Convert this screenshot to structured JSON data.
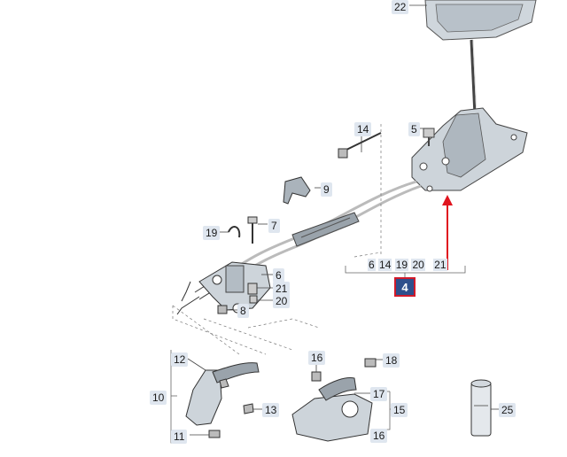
{
  "diagram": {
    "main_part": "4",
    "sub_parts": [
      "6",
      "14",
      "19",
      "20",
      "21"
    ],
    "callouts": [
      "22",
      "14",
      "5",
      "9",
      "19",
      "7",
      "6",
      "21",
      "20",
      "8",
      "16",
      "18",
      "12",
      "10",
      "13",
      "11",
      "17",
      "15",
      "16",
      "25"
    ]
  },
  "colors": {
    "highlight_border": "#d11a2a",
    "highlight_fill": "#2e4f8c",
    "label_bg": "#dfe6ef",
    "line": "#666666",
    "arrow": "#e0141e"
  }
}
